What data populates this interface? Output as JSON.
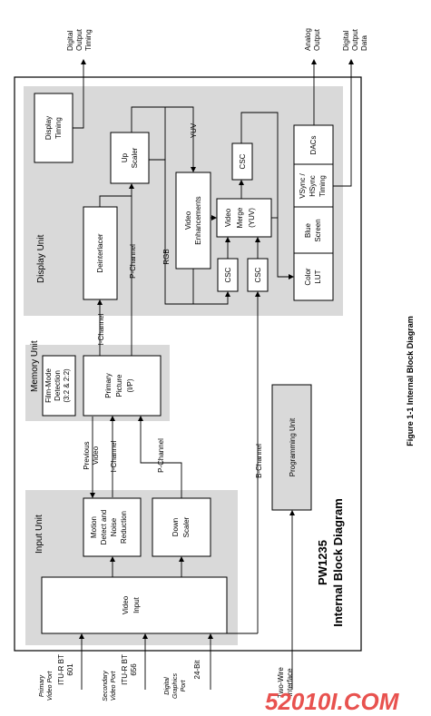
{
  "diagram": {
    "figure_caption": "Figure 1-1 Internal Block Diagram",
    "chip_title": "PW1235",
    "chip_subtitle": "Internal Block Diagram",
    "sections": {
      "display_unit": "Display Unit",
      "memory_unit": "Memory Unit",
      "input_unit": "Input Unit"
    },
    "blocks": {
      "display_timing": [
        "Display",
        "Timing"
      ],
      "up_scaler": [
        "Up",
        "Scaler"
      ],
      "deinterlacer": "Deinterlacer",
      "video_enhancements": [
        "Video",
        "Enhancements"
      ],
      "csc_top": "CSC",
      "video_merge": [
        "Video",
        "Merge",
        "(YUV)"
      ],
      "csc_left": "CSC",
      "csc_right": "CSC",
      "dacs": "DACs",
      "vsync": [
        "VSync /",
        "HSync",
        "Timing"
      ],
      "blue_screen": [
        "Blue",
        "Screen"
      ],
      "color_lut": [
        "Color",
        "LUT"
      ],
      "film_mode": [
        "Film-Mode",
        "Detection",
        "(3:2 & 2:2)"
      ],
      "primary_picture": [
        "Primary",
        "Picture",
        "(I/P)"
      ],
      "motion_detect": [
        "Motion",
        "Detect and",
        "Noise",
        "Reduction"
      ],
      "down_scaler": [
        "Down",
        "Scaler"
      ],
      "video_input": [
        "Video",
        "Input"
      ],
      "programming_unit": "Programming Unit"
    },
    "signals": {
      "yuv": "YUV",
      "rgb": "RGB",
      "p_channel_top": "P-Channel",
      "i_channel_top": "I-Channel",
      "previous_video": [
        "Previous",
        "Video"
      ],
      "i_channel_mid": "I-Channel",
      "p_channel_mid": "P-Channel",
      "b_channel": "B-Channel"
    },
    "outputs": {
      "digital_timing": [
        "Digital",
        "Output",
        "Timing"
      ],
      "analog": [
        "Analog",
        "Output"
      ],
      "digital_data": [
        "Digital",
        "Output",
        "Data"
      ]
    },
    "ports": {
      "primary": {
        "name": [
          "Primary",
          "Video Port"
        ],
        "std": [
          "ITU-R BT",
          "601"
        ]
      },
      "secondary": {
        "name": [
          "Secondary",
          "Video Port"
        ],
        "std": [
          "ITU-R BT",
          "656"
        ]
      },
      "graphics": {
        "name": [
          "Digital",
          "Graphics",
          "Port"
        ],
        "std": "24-Bit"
      },
      "two_wire": [
        "Two-Wire",
        "Interface"
      ]
    },
    "watermark": "52010I.COM"
  }
}
